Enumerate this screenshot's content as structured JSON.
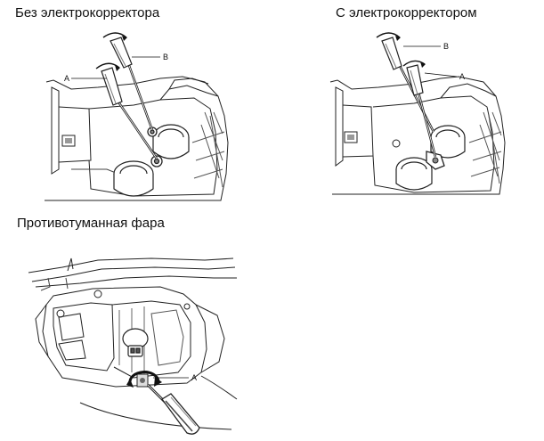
{
  "captions": {
    "without_corrector": "Без электрокорректора",
    "with_corrector": "С электрокорректором",
    "fog_lamp": "Противотуманная фара"
  },
  "callouts": {
    "panel1": {
      "a": "A",
      "b": "B"
    },
    "panel2": {
      "a": "A",
      "b": "B"
    },
    "panel3": {
      "a": "A"
    }
  },
  "icons": {
    "screwdriver": "screwdriver-icon",
    "adjuster": "adjuster-screw-icon",
    "rotate": "rotate-arrow-icon"
  }
}
